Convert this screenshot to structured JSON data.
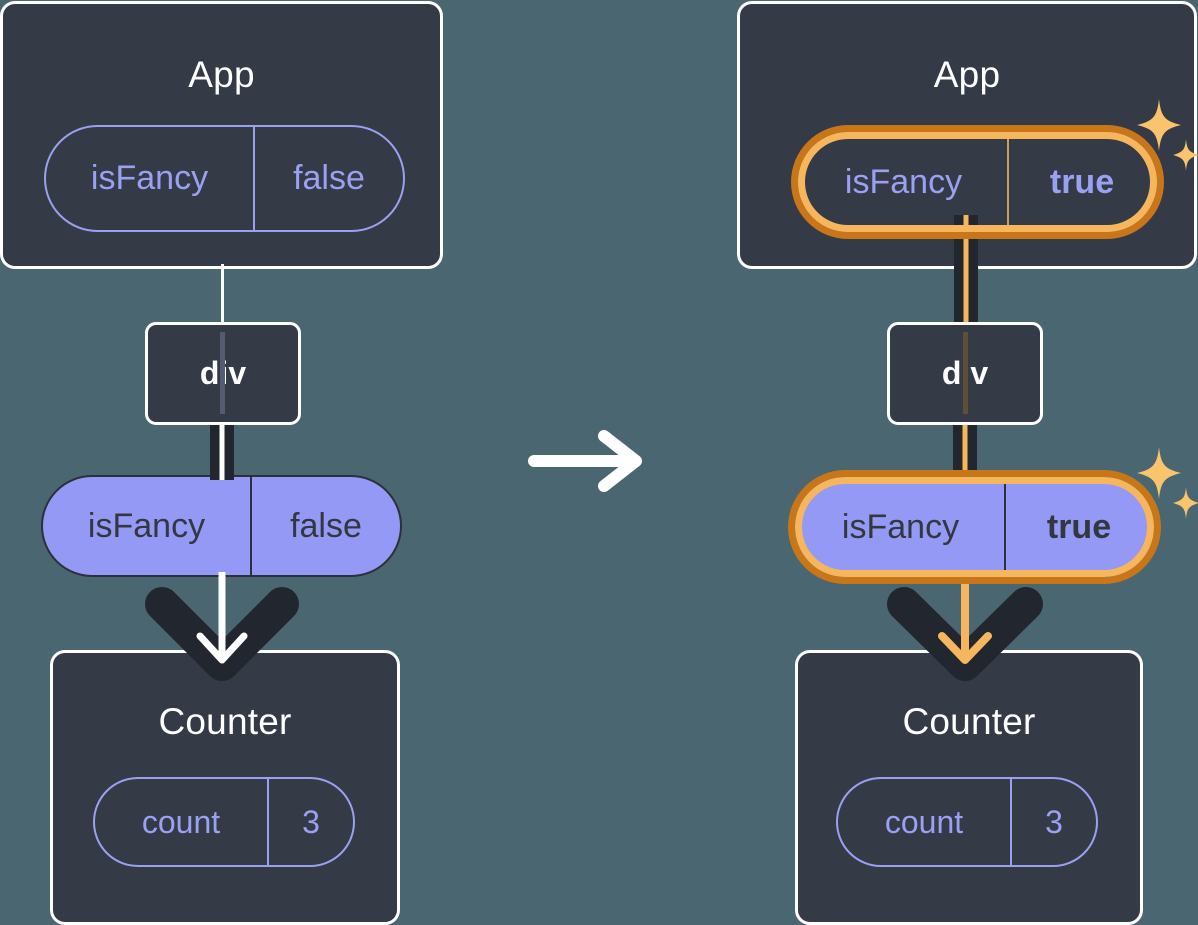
{
  "diagram": {
    "title_left": "App",
    "title_right": "App",
    "transition_icon": "right-arrow-icon",
    "colors": {
      "background": "#4a6670",
      "card_fill": "#343a46",
      "card_border": "#ffffff",
      "pill_purple": "#9499f5",
      "pill_outline": "#9aa0f2",
      "highlight_outer": "#c8761a",
      "highlight_inner": "#f6b65e",
      "conduit_dark": "#22262f",
      "sparkle": "#f9c46b"
    }
  },
  "left": {
    "app": {
      "title": "App",
      "state_pill": {
        "key": "isFancy",
        "value": "false",
        "bold_value": false
      }
    },
    "div": {
      "label": "div"
    },
    "prop_pill": {
      "key": "isFancy",
      "value": "false",
      "bold_value": false
    },
    "counter": {
      "title": "Counter",
      "state_pill": {
        "key": "count",
        "value": "3",
        "bold_value": false
      }
    },
    "highlighted": false
  },
  "right": {
    "app": {
      "title": "App",
      "state_pill": {
        "key": "isFancy",
        "value": "true",
        "bold_value": true
      }
    },
    "div": {
      "label": "div"
    },
    "prop_pill": {
      "key": "isFancy",
      "value": "true",
      "bold_value": true
    },
    "counter": {
      "title": "Counter",
      "state_pill": {
        "key": "count",
        "value": "3",
        "bold_value": false
      }
    },
    "highlighted": true,
    "sparkle_count": 2
  }
}
